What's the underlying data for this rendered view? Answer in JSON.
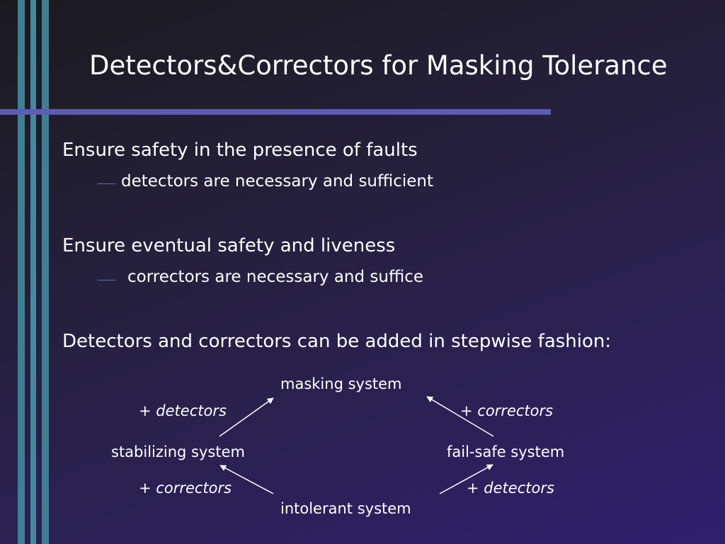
{
  "slide": {
    "title": "Detectors&Correctors for Masking Tolerance",
    "bullets": [
      {
        "text": "Ensure safety in the presence of faults",
        "sub": "detectors are necessary and sufficient"
      },
      {
        "text": "Ensure eventual safety and liveness",
        "sub": "correctors are necessary and suffice"
      },
      {
        "text": "Detectors and correctors can be added in stepwise fashion:"
      }
    ]
  },
  "diagram": {
    "nodes": {
      "masking": "masking system",
      "stabilizing": "stabilizing system",
      "failsafe": "fail-safe system",
      "intolerant": "intolerant system"
    },
    "operators": {
      "top_left": {
        "plus": "+",
        "word": "detectors"
      },
      "top_right": {
        "plus": "+",
        "word": "correctors"
      },
      "bottom_left": {
        "plus": "+",
        "word": "correctors"
      },
      "bottom_right": {
        "plus": "+",
        "word": "detectors"
      }
    }
  }
}
